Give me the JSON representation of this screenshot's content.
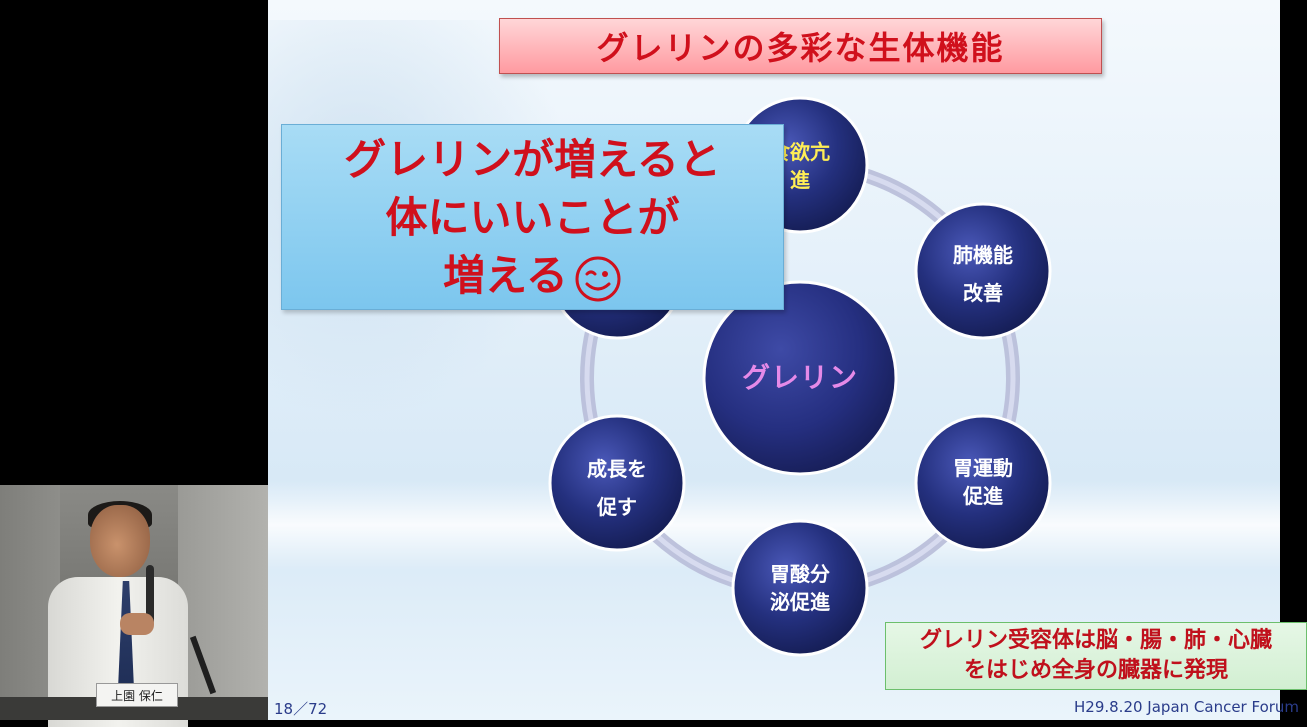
{
  "speaker": {
    "name": "上園 保仁"
  },
  "slide": {
    "title": "グレリンの多彩な生体機能",
    "center": "グレリン",
    "nodes": [
      {
        "line1": "食欲亢",
        "line2": "進"
      },
      {
        "line1": "肺機能",
        "line2": "改善"
      },
      {
        "line1": "胃運動",
        "line2": "促進"
      },
      {
        "line1": "胃酸分",
        "line2": "泌促進"
      },
      {
        "line1": "成長を",
        "line2": "促す"
      }
    ],
    "callout": {
      "line1": "グレリンが増えると",
      "line2": "体にいいことが",
      "line3": "増える",
      "emoji": "wink-face-icon"
    },
    "note": {
      "line1": "グレリン受容体は脳・腸・肺・心臓",
      "line2": "をはじめ全身の臓器に発現"
    },
    "page": "18／72",
    "footer": "H29.8.20 Japan Cancer Forum"
  }
}
